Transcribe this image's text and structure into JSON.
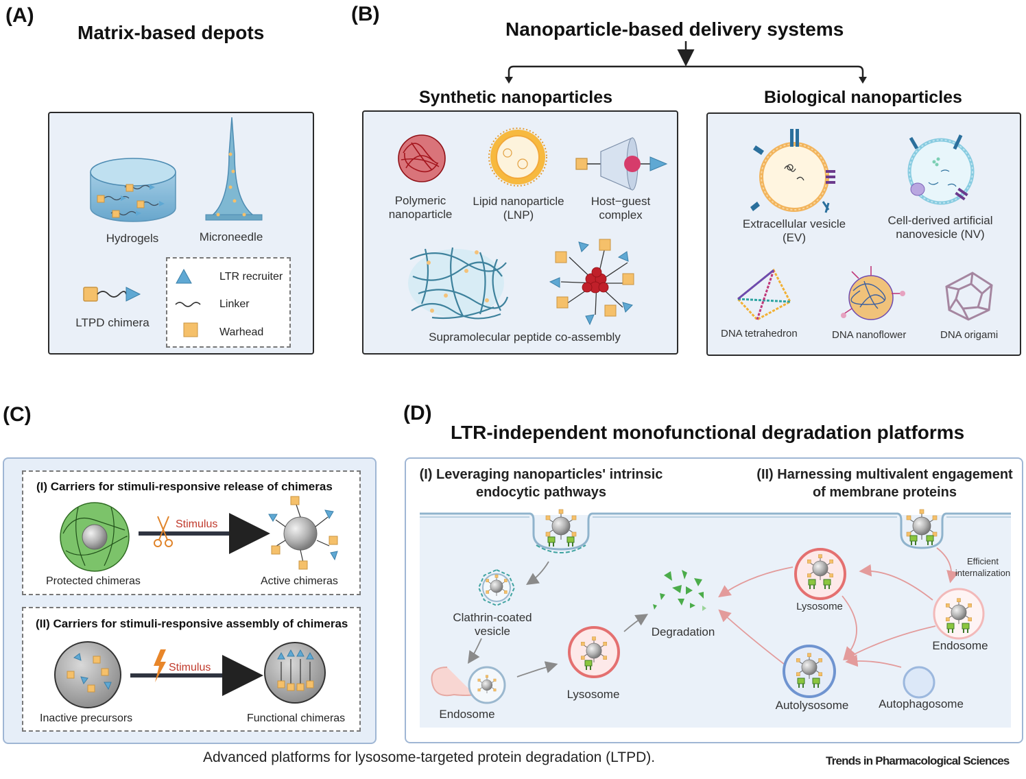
{
  "panelA": {
    "label": "(A)",
    "title": "Matrix-based depots",
    "hydrogels": "Hydrogels",
    "microneedle": "Microneedle",
    "chimera": "LTPD chimera",
    "legend": {
      "recruiter": "LTR recruiter",
      "linker": "Linker",
      "warhead": "Warhead"
    }
  },
  "panelB": {
    "label": "(B)",
    "title": "Nanoparticle-based delivery systems",
    "synthetic": {
      "title": "Synthetic nanoparticles",
      "polymeric": [
        "Polymeric",
        "nanoparticle"
      ],
      "lnp": [
        "Lipid nanoparticle",
        "(LNP)"
      ],
      "hostguest": [
        "Host−guest",
        "complex"
      ],
      "supra": "Supramolecular peptide co-assembly"
    },
    "biological": {
      "title": "Biological nanoparticles",
      "ev": [
        "Extracellular vesicle",
        "(EV)"
      ],
      "nv": [
        "Cell-derived artificial",
        "nanovesicle (NV)"
      ],
      "tetra": "DNA tetrahedron",
      "flower": "DNA nanoflower",
      "origami": "DNA origami"
    }
  },
  "panelC": {
    "label": "(C)",
    "box1": {
      "title": "(I) Carriers for stimuli-responsive release of chimeras",
      "stimulus": "Stimulus",
      "left": "Protected chimeras",
      "right": "Active chimeras"
    },
    "box2": {
      "title": "(II) Carriers for stimuli-responsive assembly of chimeras",
      "stimulus": "Stimulus",
      "left": "Inactive precursors",
      "right": "Functional chimeras"
    }
  },
  "panelD": {
    "label": "(D)",
    "title": "LTR-independent monofunctional degradation platforms",
    "sub1": [
      "(I) Leveraging nanoparticles' intrinsic",
      "endocytic pathways"
    ],
    "sub2": [
      "(II) Harnessing multivalent engagement",
      "of membrane proteins"
    ],
    "clathrin": [
      "Clathrin-coated",
      "vesicle"
    ],
    "endosome1": "Endosome",
    "lysosome1": "Lysosome",
    "degradation": "Degradation",
    "lysosome2": "Lysosome",
    "efficient": [
      "Efficient",
      "internalization"
    ],
    "endosome2": "Endosome",
    "autolysosome": "Autolysosome",
    "autophagosome": "Autophagosome"
  },
  "caption": "Advanced platforms for lysosome-targeted protein degradation (LTPD).",
  "journal": "Trends in Pharmacological Sciences",
  "colors": {
    "panel_bg": "#eaf0f8",
    "warhead": "#f5c06a",
    "recruiter": "#5fa8d3",
    "lysosome": "#e86e6e",
    "nanoparticle": "#a9a9a9",
    "arrow_red": "#e7a3a3"
  }
}
